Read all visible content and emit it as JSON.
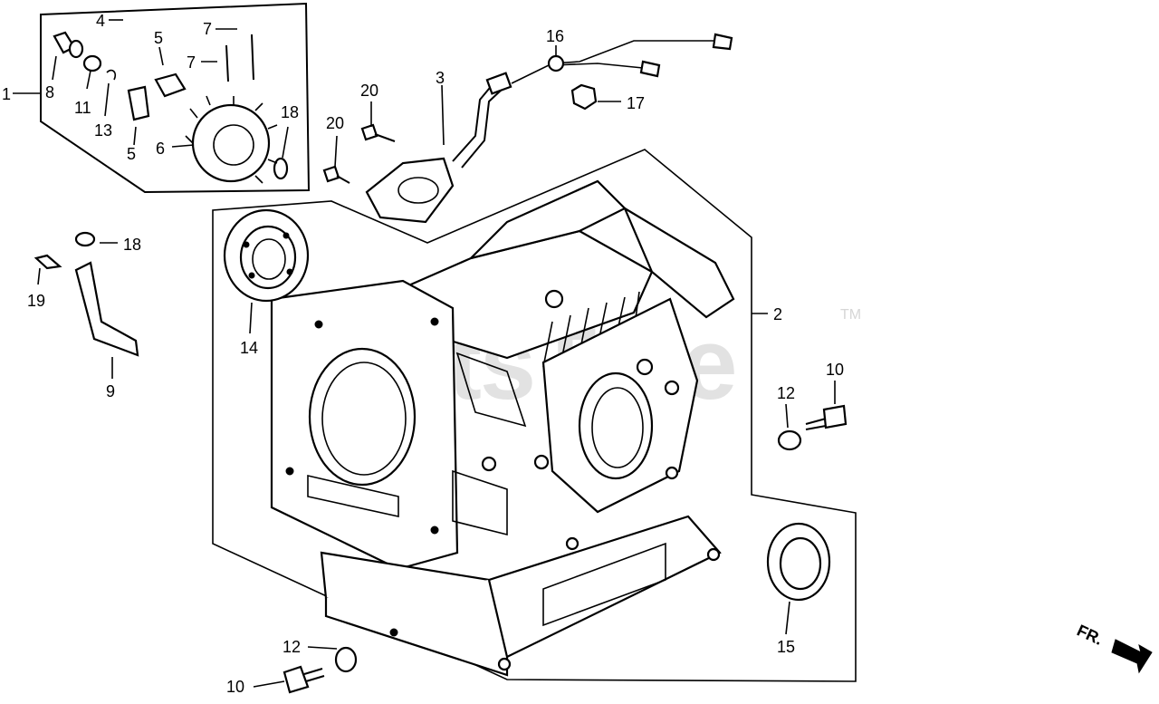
{
  "diagram": {
    "watermark": "PartsTree",
    "watermark_mark": "TM",
    "direction_label": "FR.",
    "callouts": [
      {
        "id": "1",
        "label": "1"
      },
      {
        "id": "2",
        "label": "2"
      },
      {
        "id": "3",
        "label": "3"
      },
      {
        "id": "4",
        "label": "4"
      },
      {
        "id": "5a",
        "label": "5"
      },
      {
        "id": "5b",
        "label": "5"
      },
      {
        "id": "6",
        "label": "6"
      },
      {
        "id": "7a",
        "label": "7"
      },
      {
        "id": "7b",
        "label": "7"
      },
      {
        "id": "8",
        "label": "8"
      },
      {
        "id": "9",
        "label": "9"
      },
      {
        "id": "10a",
        "label": "10"
      },
      {
        "id": "10b",
        "label": "10"
      },
      {
        "id": "11",
        "label": "11"
      },
      {
        "id": "12a",
        "label": "12"
      },
      {
        "id": "12b",
        "label": "12"
      },
      {
        "id": "13",
        "label": "13"
      },
      {
        "id": "14",
        "label": "14"
      },
      {
        "id": "15",
        "label": "15"
      },
      {
        "id": "16",
        "label": "16"
      },
      {
        "id": "17",
        "label": "17"
      },
      {
        "id": "18a",
        "label": "18"
      },
      {
        "id": "18b",
        "label": "18"
      },
      {
        "id": "19",
        "label": "19"
      },
      {
        "id": "20a",
        "label": "20"
      },
      {
        "id": "20b",
        "label": "20"
      }
    ]
  }
}
